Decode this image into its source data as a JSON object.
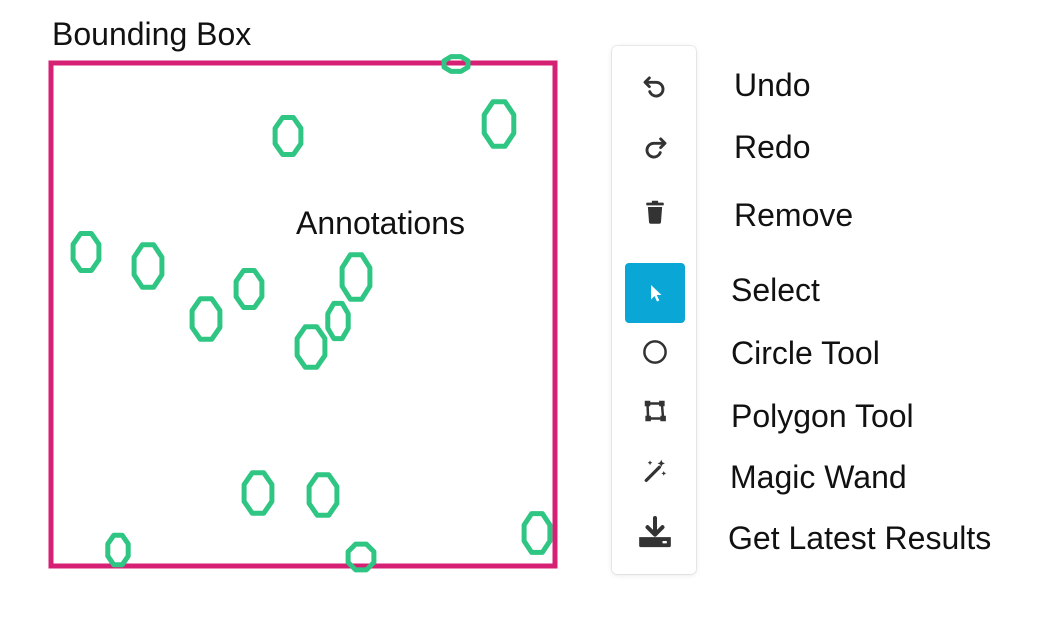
{
  "title": "Bounding Box",
  "annotations_label": "Annotations",
  "colors": {
    "bounding_box": "#d62074",
    "annotation": "#2fc583",
    "active_tool": "#0aa6d6",
    "icon": "#333333"
  },
  "toolbar": {
    "tools": [
      {
        "label": "Undo",
        "icon": "undo-icon",
        "active": false
      },
      {
        "label": "Redo",
        "icon": "redo-icon",
        "active": false
      },
      {
        "label": "Remove",
        "icon": "trash-icon",
        "active": false
      },
      {
        "label": "Select",
        "icon": "cursor-pointer-icon",
        "active": true
      },
      {
        "label": "Circle Tool",
        "icon": "circle-icon",
        "active": false
      },
      {
        "label": "Polygon Tool",
        "icon": "polygon-icon",
        "active": false
      },
      {
        "label": "Magic Wand",
        "icon": "magic-wand-icon",
        "active": false
      },
      {
        "label": "Get Latest Results",
        "icon": "download-tray-icon",
        "active": false
      }
    ]
  }
}
